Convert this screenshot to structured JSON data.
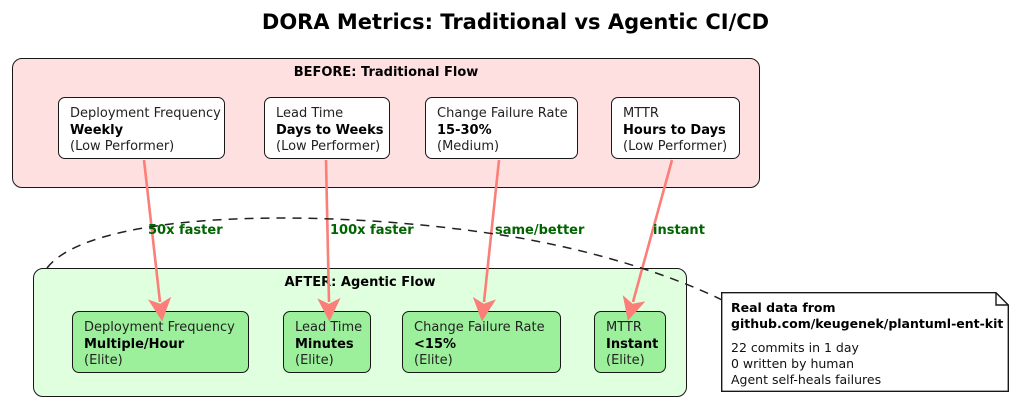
{
  "title": "DORA Metrics: Traditional vs Agentic CI/CD",
  "colors": {
    "before_fill": "#FFE0E0",
    "after_fill": "#DFFFDF",
    "after_card_fill": "#9CF09C",
    "before_card_fill": "#FFFFFF",
    "arrow": "#FB7E78",
    "edge_label": "#006400",
    "border": "#181818"
  },
  "before": {
    "title": "BEFORE: Traditional Flow",
    "cards": [
      {
        "name": "Deployment Frequency",
        "value": "Weekly",
        "tier": "(Low Performer)"
      },
      {
        "name": "Lead Time",
        "value": "Days to Weeks",
        "tier": "(Low Performer)"
      },
      {
        "name": "Change Failure Rate",
        "value": "15-30%",
        "tier": "(Medium)"
      },
      {
        "name": "MTTR",
        "value": "Hours to Days",
        "tier": "(Low Performer)"
      }
    ]
  },
  "after": {
    "title": "AFTER: Agentic Flow",
    "cards": [
      {
        "name": "Deployment Frequency",
        "value": "Multiple/Hour",
        "tier": "(Elite)"
      },
      {
        "name": "Lead Time",
        "value": "Minutes",
        "tier": "(Elite)"
      },
      {
        "name": "Change Failure Rate",
        "value": "<15%",
        "tier": "(Elite)"
      },
      {
        "name": "MTTR",
        "value": "Instant",
        "tier": "(Elite)"
      }
    ]
  },
  "edge_labels": [
    "50x faster",
    "100x faster",
    "same/better",
    "instant"
  ],
  "note": {
    "heading_line1": "Real data from",
    "heading_line2": "github.com/keugenek/plantuml-ent-kit",
    "lines": [
      "22 commits in 1 day",
      "0 written by human",
      "Agent self-heals failures"
    ]
  }
}
